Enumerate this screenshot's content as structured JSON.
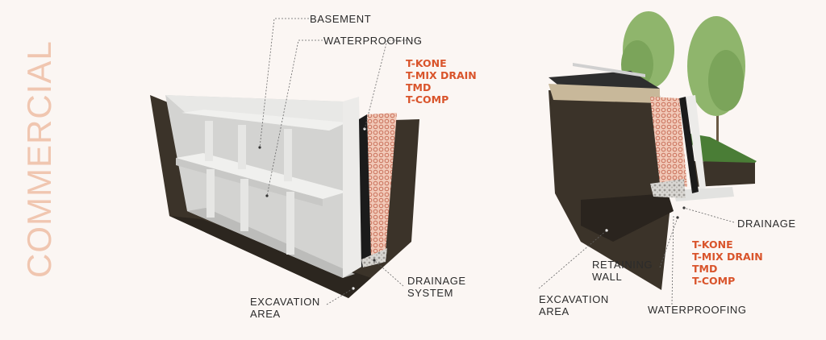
{
  "side_title": "COMMERCIAL",
  "left_diagram": {
    "labels": {
      "basement": "BASEMENT",
      "waterproofing": "WATERPROOFING",
      "drainage_system_line1": "DRAINAGE",
      "drainage_system_line2": "SYSTEM",
      "excavation_line1": "EXCAVATION",
      "excavation_line2": "AREA"
    },
    "products": [
      "T-KONE",
      "T-MIX DRAIN",
      "TMD",
      "T-COMP"
    ]
  },
  "right_diagram": {
    "labels": {
      "drainage": "DRAINAGE",
      "retaining_wall_line1": "RETAINING",
      "retaining_wall_line2": "WALL",
      "excavation_line1": "EXCAVATION",
      "excavation_line2": "AREA",
      "waterproofing": "WATERPROOFING"
    },
    "products": [
      "T-KONE",
      "T-MIX DRAIN",
      "TMD",
      "T-COMP"
    ]
  },
  "colors": {
    "accent": "#d9542b",
    "title": "#f0c6b0",
    "soil": "#3a3228",
    "concrete": "#e2e2e0",
    "membrane": "#e9b4a3"
  }
}
